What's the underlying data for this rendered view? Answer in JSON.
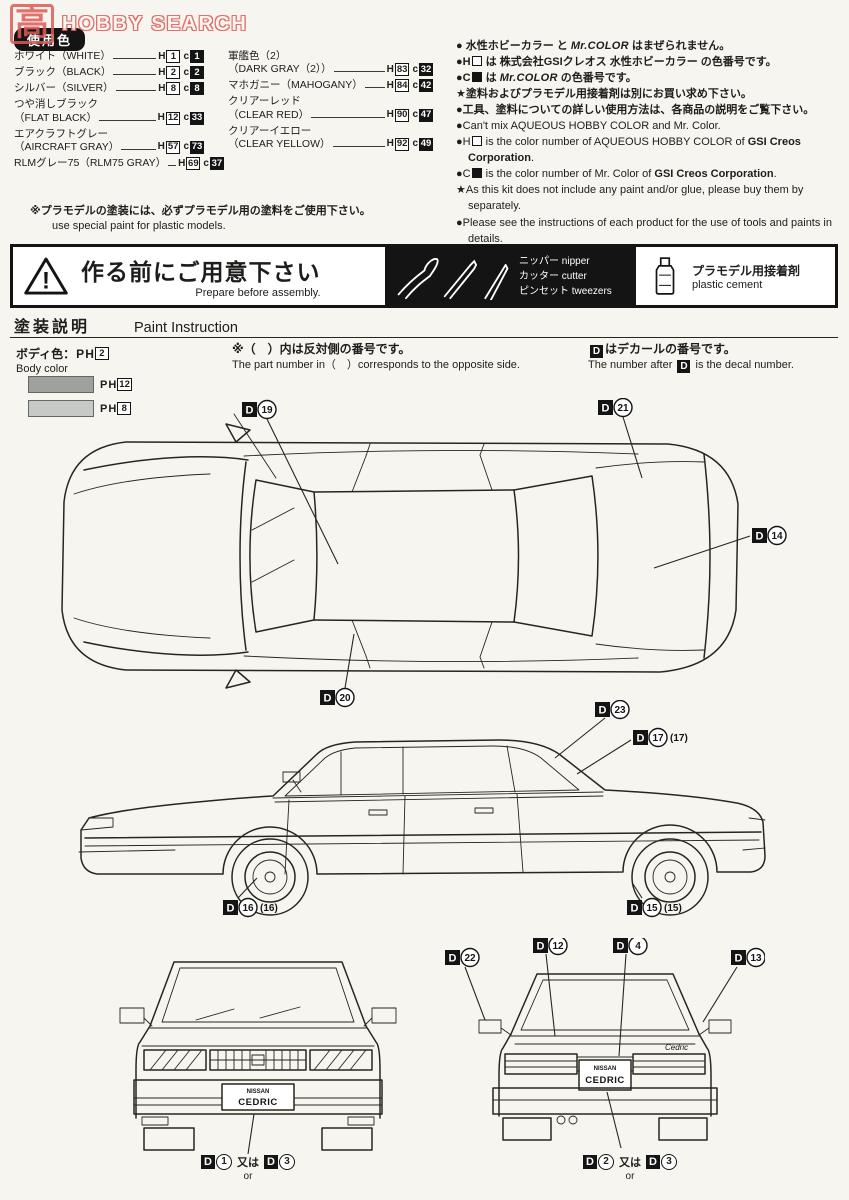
{
  "page": {
    "background": "#f7f5f0",
    "ink": "#1d1d1b",
    "red": "#dd5a55"
  },
  "watermark": {
    "kanji": "高",
    "title": "HOBBY SEARCH"
  },
  "usage": {
    "header": "使用色",
    "h_label": "H",
    "c_label": "c",
    "columns": [
      {
        "items": [
          {
            "top": "",
            "name": "ホワイト（WHITE）",
            "h": "1",
            "c": "1"
          },
          {
            "top": "",
            "name": "ブラック（BLACK）",
            "h": "2",
            "c": "2"
          },
          {
            "top": "",
            "name": "シルバー（SILVER）",
            "h": "8",
            "c": "8"
          },
          {
            "top": "つや消しブラック",
            "name": "（FLAT BLACK）",
            "h": "12",
            "c": "33"
          },
          {
            "top": "エアクラフトグレー",
            "name": "（AIRCRAFT GRAY）",
            "h": "57",
            "c": "73"
          },
          {
            "top": "",
            "name": "RLMグレー75（RLM75 GRAY）",
            "h": "69",
            "c": "37"
          }
        ]
      },
      {
        "items": [
          {
            "top": "軍艦色（2）",
            "name": "（DARK GRAY（2））",
            "h": "83",
            "c": "32"
          },
          {
            "top": "",
            "name": "マホガニー（MAHOGANY）",
            "h": "84",
            "c": "42"
          },
          {
            "top": "クリアーレッド",
            "name": "（CLEAR RED）",
            "h": "90",
            "c": "47"
          },
          {
            "top": "クリアーイエロー",
            "name": "（CLEAR YELLOW）",
            "h": "92",
            "c": "49"
          }
        ]
      }
    ],
    "footnote_jp": "※プラモデルの塗装には、必ずプラモデル用の塗料をご使用下さい。",
    "footnote_en": "use special paint for plastic models."
  },
  "notes": [
    {
      "parts": [
        {
          "t": "● 水性ホビーカラー と ",
          "s": "b"
        },
        {
          "t": "Mr.COLOR",
          "s": "mr"
        },
        {
          "t": " はまぜられません。",
          "s": "b"
        }
      ]
    },
    {
      "parts": [
        {
          "t": "●H",
          "s": "b"
        },
        {
          "t": "",
          "s": "hb"
        },
        {
          "t": " は 株式会社GSIクレオス 水性ホビーカラー の色番号です。",
          "s": "b"
        }
      ]
    },
    {
      "parts": [
        {
          "t": "●C",
          "s": "b"
        },
        {
          "t": "",
          "s": "cb"
        },
        {
          "t": " は ",
          "s": "b"
        },
        {
          "t": "Mr.COLOR",
          "s": "mr"
        },
        {
          "t": " の色番号です。",
          "s": "b"
        }
      ]
    },
    {
      "parts": [
        {
          "t": "★塗料およびプラモデル用接着剤は別にお買い求め下さい。",
          "s": "b"
        }
      ]
    },
    {
      "parts": [
        {
          "t": "●工具、塗料についての詳しい使用方法は、各商品の説明をご覧下さい。",
          "s": "b"
        }
      ]
    },
    {
      "parts": [
        {
          "t": "●Can't mix AQUEOUS HOBBY COLOR and Mr. Color."
        }
      ]
    },
    {
      "parts": [
        {
          "t": "●H"
        },
        {
          "t": "",
          "s": "hb"
        },
        {
          "t": " is the color number of AQUEOUS HOBBY COLOR of "
        },
        {
          "t": "GSI Creos Corporation",
          "s": "b"
        },
        {
          "t": "."
        }
      ]
    },
    {
      "parts": [
        {
          "t": "●C"
        },
        {
          "t": "",
          "s": "cb"
        },
        {
          "t": " is the color number of Mr. Color of "
        },
        {
          "t": "GSI Creos Corporation",
          "s": "b"
        },
        {
          "t": "."
        }
      ]
    },
    {
      "parts": [
        {
          "t": "★As this kit does not include any paint and/or glue, please buy them by separately."
        }
      ]
    },
    {
      "parts": [
        {
          "t": "●Please see the instructions of each product for the use of tools and paints in details."
        }
      ]
    }
  ],
  "prepare": {
    "warning_mark": "!",
    "title": "作る前にご用意下さい",
    "subtitle": "Prepare before assembly.",
    "tools": [
      {
        "jp": "ニッパー",
        "en": "nipper"
      },
      {
        "jp": "カッター",
        "en": "cutter"
      },
      {
        "jp": "ピンセット",
        "en": "tweezers"
      }
    ],
    "cement_jp": "プラモデル用接着剤",
    "cement_en": "plastic cement"
  },
  "paint_instruction": {
    "title_jp": "塗装説明",
    "title_en": "Paint Instruction",
    "body_color_label": "ボディ色：",
    "body_color_code_p": "P",
    "body_color_code_h": "H",
    "body_color_num": "2",
    "body_color_en": "Body color",
    "swatches": [
      {
        "p": "P",
        "h": "H",
        "num": "12",
        "color": "#9fa19e"
      },
      {
        "p": "P",
        "h": "H",
        "num": "8",
        "color": "#c7c9c6"
      }
    ],
    "note_center_jp": "※（　）内は反対側の番号です。",
    "note_center_en": "The part number in（　）corresponds to the opposite side.",
    "d_letter": "D",
    "note_right_jp": "はデカールの番号です。",
    "note_right_en_pre": "The number after ",
    "note_right_en_post": " is the decal number."
  },
  "callouts": {
    "top": [
      {
        "d": "D",
        "n": "19"
      },
      {
        "d": "D",
        "n": "21"
      },
      {
        "d": "D",
        "n": "14"
      },
      {
        "d": "D",
        "n": "20"
      }
    ],
    "side": [
      {
        "d": "D",
        "n": "23",
        "suffix": ""
      },
      {
        "d": "D",
        "n": "17",
        "suffix": "(17)"
      },
      {
        "d": "D",
        "n": "16",
        "suffix": "(16)"
      },
      {
        "d": "D",
        "n": "15",
        "suffix": "(15)"
      }
    ],
    "rear_top": [
      {
        "d": "D",
        "n": "22"
      },
      {
        "d": "D",
        "n": "12"
      },
      {
        "d": "D",
        "n": "4"
      },
      {
        "d": "D",
        "n": "13"
      }
    ],
    "front_bottom": {
      "d1": "D",
      "n1": "1",
      "mid": "又は",
      "d2": "D",
      "n2": "3",
      "or": "or"
    },
    "rear_bottom": {
      "d1": "D",
      "n1": "2",
      "mid": "又は",
      "d2": "D",
      "n2": "3",
      "or": "or"
    }
  },
  "car": {
    "brand": "NISSAN",
    "model": "CEDRIC",
    "badge": "Cedric"
  }
}
